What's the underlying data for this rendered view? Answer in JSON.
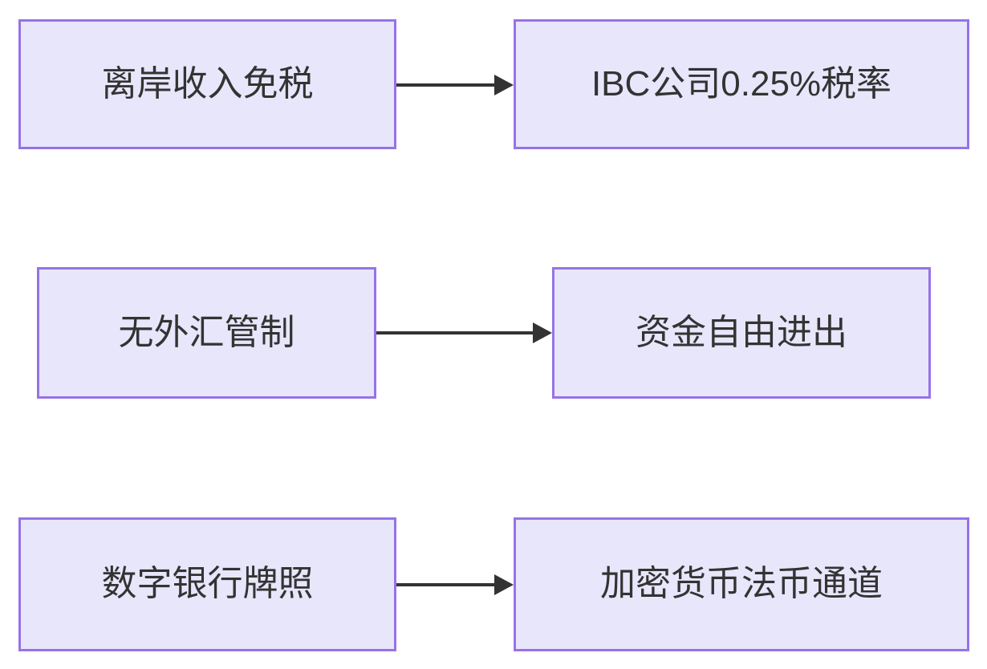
{
  "diagram": {
    "type": "flowchart",
    "direction": "left-to-right",
    "background_color": "#ffffff",
    "node_fill_color": "#e8e6fb",
    "node_border_color": "#9673e6",
    "text_color": "#333333",
    "edge_color": "#333333",
    "nodes": [
      {
        "id": "offshore-tax-free",
        "label": "离岸收入免税"
      },
      {
        "id": "ibc-rate",
        "label": "IBC公司0.25%税率"
      },
      {
        "id": "no-fx-control",
        "label": "无外汇管制"
      },
      {
        "id": "free-flow",
        "label": "资金自由进出"
      },
      {
        "id": "digital-bank-license",
        "label": "数字银行牌照"
      },
      {
        "id": "crypto-fiat-rail",
        "label": "加密货币法币通道"
      }
    ],
    "edges": [
      {
        "id": "edge-1",
        "from": "offshore-tax-free",
        "to": "ibc-rate",
        "label": "",
        "arrow": "arrowhead-icon"
      },
      {
        "id": "edge-2",
        "from": "no-fx-control",
        "to": "free-flow",
        "label": "",
        "arrow": "arrowhead-icon"
      },
      {
        "id": "edge-3",
        "from": "digital-bank-license",
        "to": "crypto-fiat-rail",
        "label": "",
        "arrow": "arrowhead-icon"
      }
    ]
  }
}
